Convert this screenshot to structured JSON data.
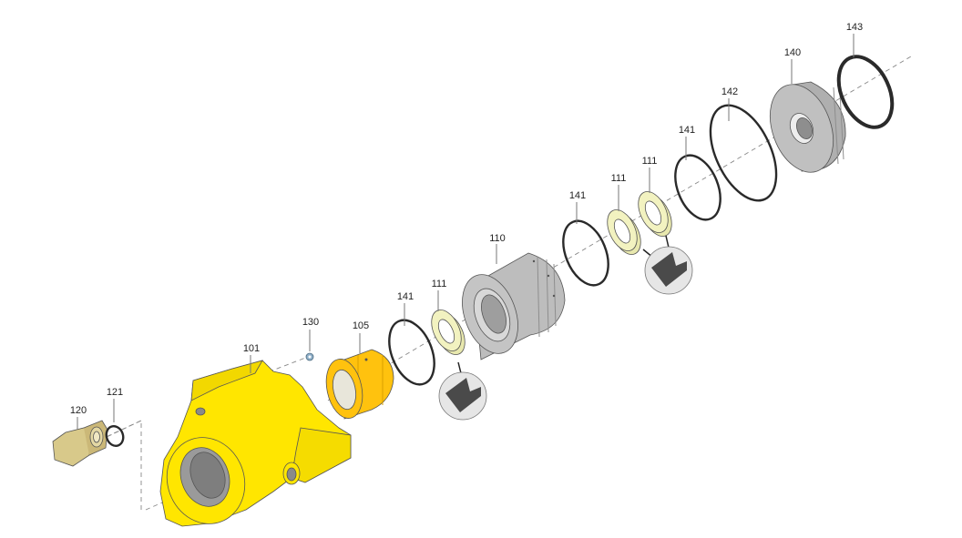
{
  "diagram": {
    "type": "exploded-parts-view",
    "colors": {
      "housing": "#FFE600",
      "bushing": "#FFC20E",
      "seal": "#F2F2C0",
      "cylinder": "#BDBDBD",
      "plug": "#D8C98A",
      "oring": "#2A2A2A",
      "detail_bg": "#E6E6E6",
      "detail_profile": "#4A4A4A",
      "set_screw": "#8FAFC8"
    },
    "parts": [
      {
        "id": "120",
        "label": "120",
        "name": "fitting / plug"
      },
      {
        "id": "121",
        "label": "121",
        "name": "o-ring"
      },
      {
        "id": "101",
        "label": "101",
        "name": "housing"
      },
      {
        "id": "130",
        "label": "130",
        "name": "set screw"
      },
      {
        "id": "105",
        "label": "105",
        "name": "bushing"
      },
      {
        "id": "141a",
        "label": "141",
        "name": "o-ring"
      },
      {
        "id": "111a",
        "label": "111",
        "name": "seal"
      },
      {
        "id": "110",
        "label": "110",
        "name": "cylinder sleeve"
      },
      {
        "id": "141b",
        "label": "141",
        "name": "o-ring"
      },
      {
        "id": "111b",
        "label": "111",
        "name": "seal"
      },
      {
        "id": "111c",
        "label": "111",
        "name": "seal"
      },
      {
        "id": "141c",
        "label": "141",
        "name": "o-ring"
      },
      {
        "id": "142",
        "label": "142",
        "name": "o-ring"
      },
      {
        "id": "140",
        "label": "140",
        "name": "end cap"
      },
      {
        "id": "143",
        "label": "143",
        "name": "retaining ring"
      }
    ],
    "callouts": {
      "p120": "120",
      "p121": "121",
      "p101": "101",
      "p130": "130",
      "p105": "105",
      "p141a": "141",
      "p111a": "111",
      "p110": "110",
      "p141b": "141",
      "p111b": "111",
      "p111c": "111",
      "p141c": "141",
      "p142": "142",
      "p140": "140",
      "p143": "143"
    }
  }
}
